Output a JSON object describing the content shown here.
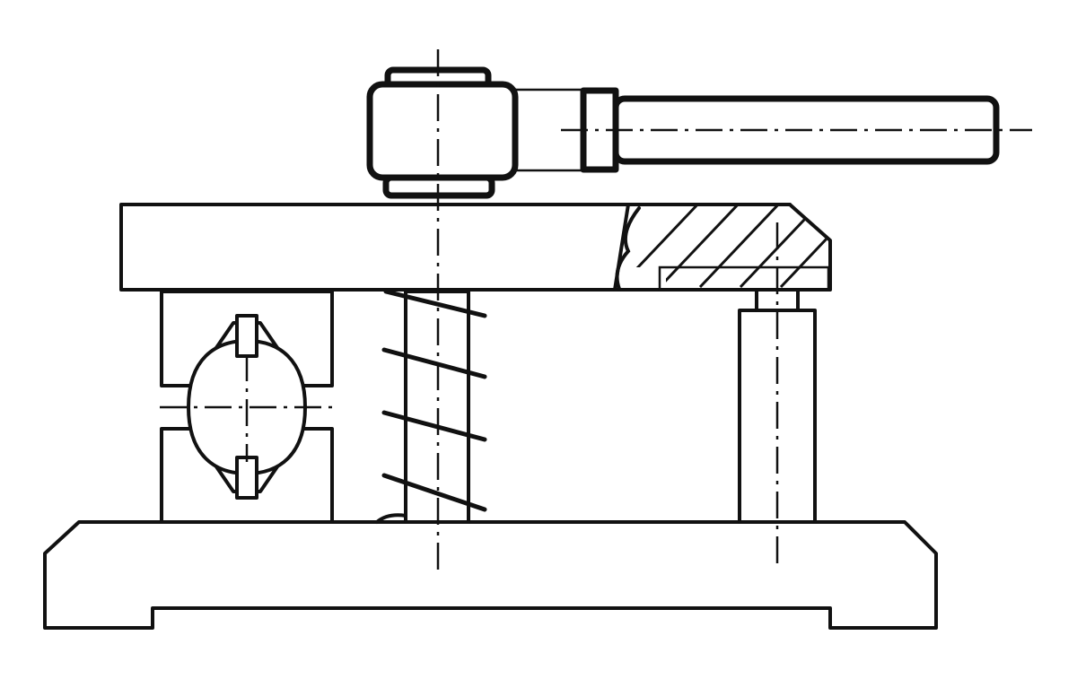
{
  "drawing": {
    "subject": "",
    "line_color": "#111111",
    "background": "#ffffff"
  },
  "parts": [
    {
      "id": "base-plate"
    },
    {
      "id": "clamping-plate"
    },
    {
      "id": "v-block-support"
    },
    {
      "id": "compression-spring"
    },
    {
      "id": "threaded-stud"
    },
    {
      "id": "support-pin"
    },
    {
      "id": "clamping-nut-with-lever"
    }
  ]
}
